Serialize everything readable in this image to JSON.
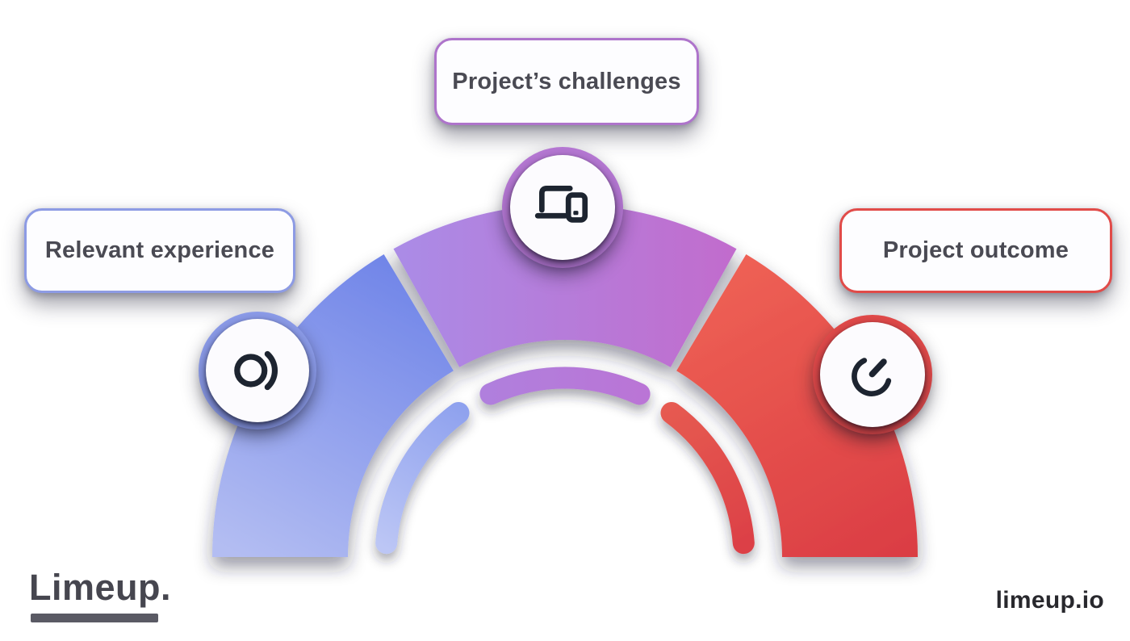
{
  "diagram": {
    "title_hint": "semicircular three-step gauge infographic",
    "items": [
      {
        "label": "Relevant experience",
        "color": "#7d90ea",
        "icon": "record-circle-icon",
        "position": "left"
      },
      {
        "label": "Project’s challenges",
        "color": "#b57fd9",
        "icon": "devices-icon",
        "position": "top"
      },
      {
        "label": "Project outcome",
        "color": "#e14b49",
        "icon": "speedometer-icon",
        "position": "right"
      }
    ]
  },
  "branding": {
    "logo_text": "Limeup.",
    "watermark": "limeup.io"
  },
  "colors": {
    "blue_segment_start": "#b3bdf2",
    "blue_segment_end": "#6f84e8",
    "purple_segment_start": "#ab8be6",
    "purple_segment_end": "#c16ccd",
    "red_segment_start": "#ee6054",
    "red_segment_end": "#da3c43",
    "box_border_blue": "#8d9be4",
    "box_border_purple": "#ae74cb",
    "box_border_red": "#e14b49",
    "icon_stroke": "#1d2430",
    "label_text": "#4a4a53",
    "logo_text_color": "#46464f",
    "watermark_color": "#28282d",
    "background": "#ffffff"
  }
}
